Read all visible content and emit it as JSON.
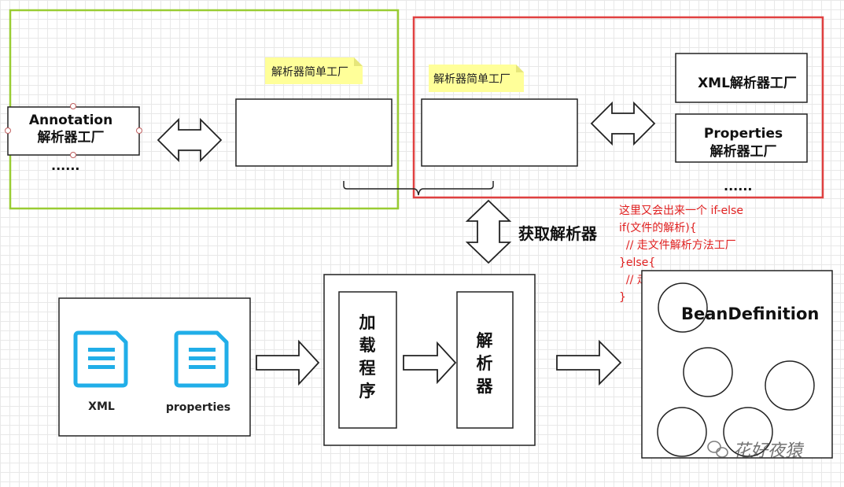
{
  "factory_left": {
    "box_line1": "Annotation",
    "box_line2": "解析器工厂",
    "ellipsis": "······",
    "note": "解析器简单工厂"
  },
  "factory_right": {
    "note": "解析器简单工厂",
    "xml_box": "XML解析器工厂",
    "properties_line1": "Properties",
    "properties_line2": "解析器工厂",
    "ellipsis": "······"
  },
  "get_parser_label": "获取解析器",
  "comment_lines": [
    "这里又会出来一个 if-else",
    "if(文件的解析){",
    "  // 走文件解析方法工厂",
    "}else{",
    "  // 走注解解析的方法工厂",
    "}"
  ],
  "sources": {
    "xml_label": "XML",
    "properties_label": "properties"
  },
  "loader": {
    "chars": [
      "加",
      "载",
      "程",
      "序"
    ]
  },
  "parser": {
    "chars": [
      "解",
      "析",
      "器"
    ]
  },
  "bean_definition_label": "BeanDefinition",
  "watermark": "花好夜猿",
  "colors": {
    "left_frame": "#99cc33",
    "right_frame": "#e04040",
    "note_bg": "#ffff99",
    "file_icon": "#21aee8",
    "comment_text": "#e02020"
  }
}
